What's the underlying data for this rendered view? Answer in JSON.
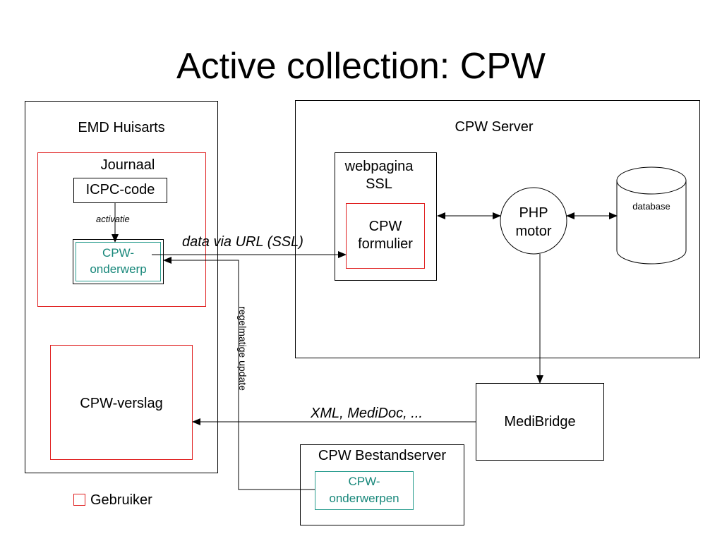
{
  "title": "Active collection: CPW",
  "emd": {
    "label": "EMD Huisarts",
    "journaal": "Journaal",
    "icpc": "ICPC-code",
    "activatie": "activatie",
    "cpw_onderwerp_line1": "CPW-",
    "cpw_onderwerp_line2": "onderwerp",
    "verslag": "CPW-verslag"
  },
  "server": {
    "label": "CPW Server",
    "webpagina_line1": "webpagina",
    "webpagina_line2": "SSL",
    "formulier_line1": "CPW",
    "formulier_line2": "formulier",
    "php_line1": "PHP",
    "php_line2": "motor",
    "database": "database"
  },
  "medibridge": "MediBridge",
  "bestandserver": {
    "label": "CPW Bestandserver",
    "onderwerpen_line1": "CPW-",
    "onderwerpen_line2": "onderwerpen"
  },
  "edges": {
    "data_via_url": "data via URL (SSL)",
    "regelmatige_update": "regelmatige update",
    "xml": "XML, MediDoc, ..."
  },
  "legend": {
    "gebruiker": "Gebruiker"
  },
  "colors": {
    "red_box": "#e02020",
    "teal": "#2a9d8f",
    "teal_text": "#17877a"
  }
}
